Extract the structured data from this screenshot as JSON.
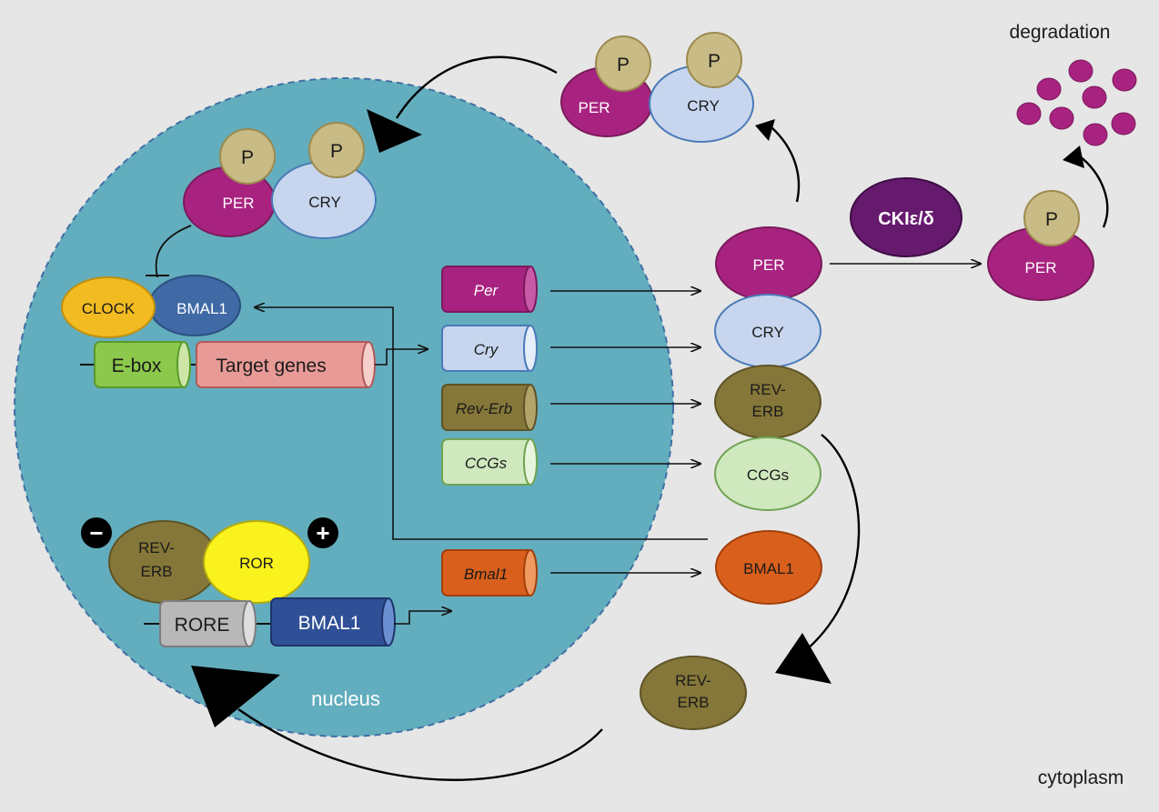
{
  "colors": {
    "background": "#e6e6e6",
    "nucleus": "#63aebe",
    "nucleus_border": "#3f6fa3",
    "per": "#a8237f",
    "cry": "#c7d6ee",
    "phosphate": "#c9bb85",
    "rev_erb": "#857739",
    "ccgs": "#cfe8be",
    "bmal1_protein": "#d9601c",
    "clock": "#f2bb21",
    "bmal1_nuclear": "#3f6aa6",
    "ror": "#f9f21d",
    "ckie": "#661a6e",
    "degradation_dots": "#a8237f"
  },
  "labels": {
    "degradation": "degradation",
    "cytoplasm": "cytoplasm",
    "nucleus": "nucleus",
    "ckie": "CKIε/δ",
    "p": "P",
    "per": "PER",
    "cry": "CRY",
    "clock": "CLOCK",
    "bmal1": "BMAL1",
    "ebox": "E-box",
    "target_genes": "Target genes",
    "rev": "REV-",
    "erb": "ERB",
    "ror": "ROR",
    "rore": "RORE",
    "bmal1_gene_block": "BMAL1",
    "minus": "−",
    "plus": "+",
    "ccgs_protein": "CCGs"
  },
  "genes": [
    {
      "key": "per",
      "label": "Per",
      "color": "#a8237f",
      "text_color": "#ffffff"
    },
    {
      "key": "cry",
      "label": "Cry",
      "color": "#c7d6ee",
      "text_color": "#1a1a1a"
    },
    {
      "key": "rev_erb",
      "label": "Rev-Erb",
      "color": "#857739",
      "text_color": "#1a1a1a"
    },
    {
      "key": "ccgs",
      "label": "CCGs",
      "color": "#cfe8be",
      "text_color": "#1a1a1a"
    },
    {
      "key": "bmal1",
      "label": "Bmal1",
      "color": "#d9601c",
      "text_color": "#1a1a1a"
    }
  ],
  "icons": [
    "arrow-head-icon",
    "inhibition-bar-icon",
    "degradation-dots-icon"
  ]
}
